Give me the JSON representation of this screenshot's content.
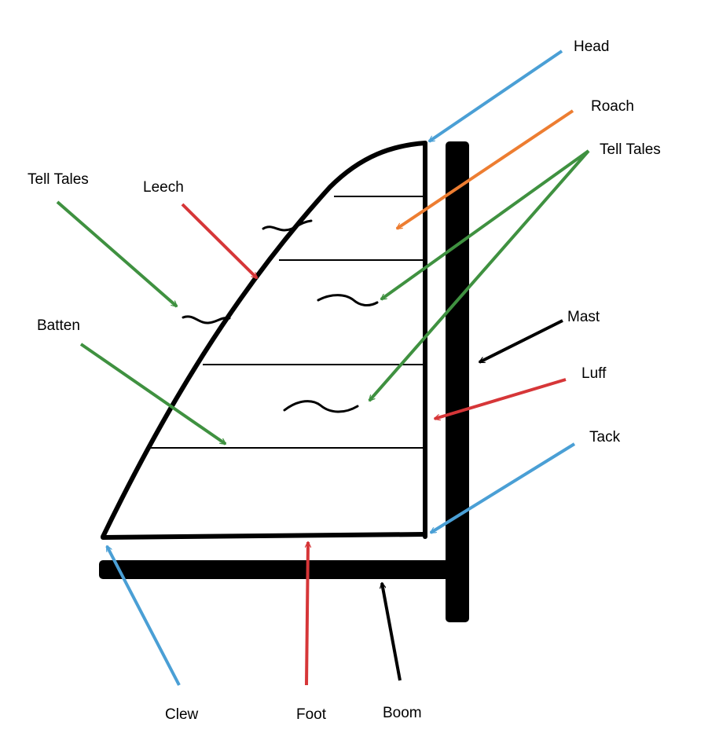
{
  "labels": {
    "head": "Head",
    "roach": "Roach",
    "tell_tales_right": "Tell Tales",
    "tell_tales_left": "Tell Tales",
    "leech": "Leech",
    "batten": "Batten",
    "mast": "Mast",
    "luff": "Luff",
    "tack": "Tack",
    "clew": "Clew",
    "foot": "Foot",
    "boom": "Boom"
  },
  "colors": {
    "blue": "#4a9fd5",
    "orange": "#ed7d31",
    "green": "#3f9140",
    "red": "#d63638",
    "black": "#000000"
  }
}
